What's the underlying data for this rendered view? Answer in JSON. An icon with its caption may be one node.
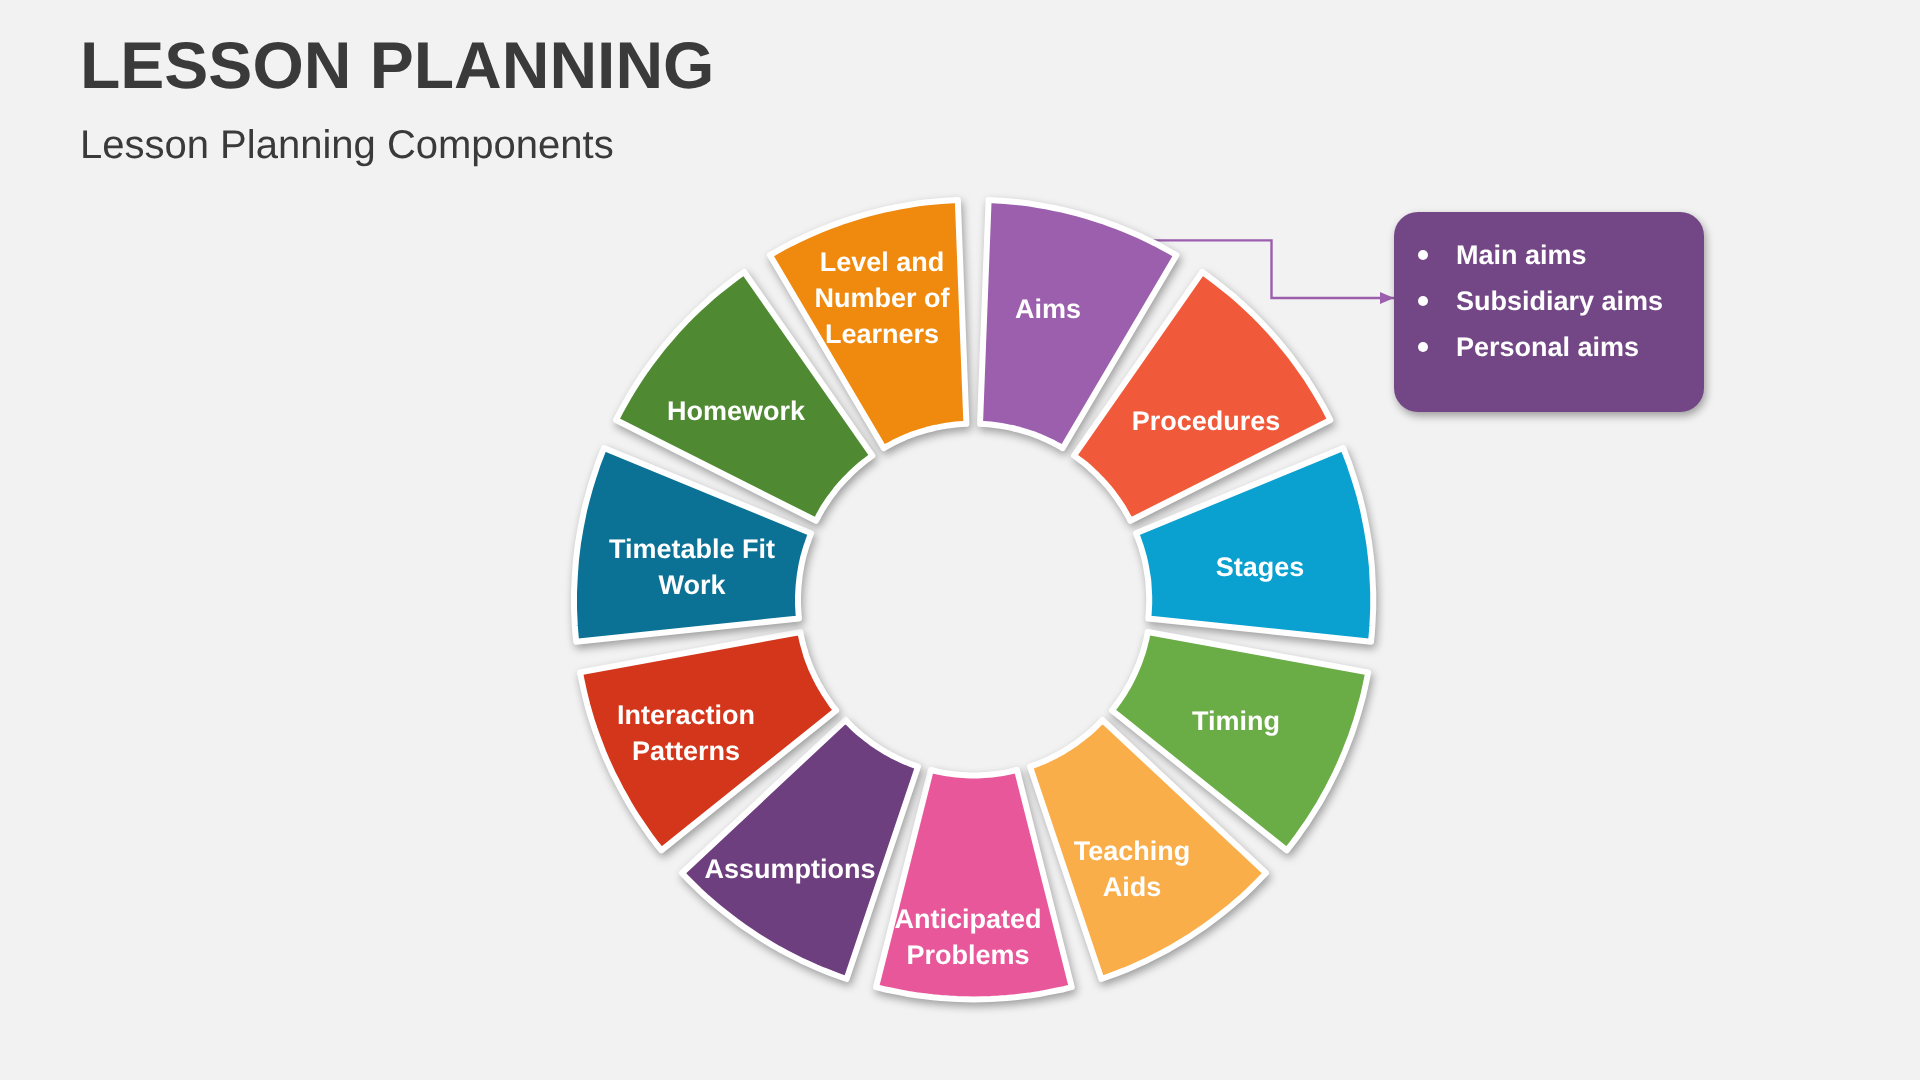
{
  "diagram": {
    "title": "LESSON PLANNING",
    "caption": "Lesson Planning Components",
    "nodes": [
      {
        "text": [
          "Aims"
        ]
      },
      {
        "text": [
          "Procedures"
        ]
      },
      {
        "text": [
          "Stages"
        ]
      },
      {
        "text": [
          "Timing"
        ]
      },
      {
        "text": [
          "Teaching Aids"
        ]
      },
      {
        "text": [
          "Anticipated Problems"
        ]
      },
      {
        "text": [
          "Assumptions"
        ]
      },
      {
        "text": [
          "Interaction Patterns"
        ]
      },
      {
        "text": [
          "Timetable Fit Work"
        ]
      },
      {
        "text": [
          "Homework"
        ]
      },
      {
        "text": [
          "Level and Number of Learners"
        ]
      },
      {
        "text": [
          "Main aims",
          "Subsidiary aims",
          "Personal aims"
        ]
      }
    ],
    "edges": [
      {
        "from": 0,
        "to": 11,
        "arrow": "to"
      }
    ]
  }
}
